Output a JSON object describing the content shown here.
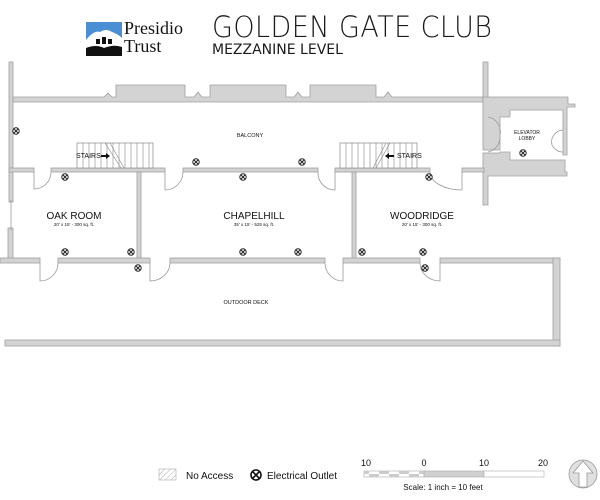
{
  "logo": {
    "line1": "Presidio",
    "line2": "Trust",
    "colors": {
      "sky": "#4a8fd4",
      "ground": "#111111"
    }
  },
  "header": {
    "title": "GOLDEN GATE CLUB",
    "subtitle": "MEZZANINE LEVEL"
  },
  "rooms": {
    "balcony": "BALCONY",
    "elevator_line1": "ELEVATOR",
    "elevator_line2": "LOBBY",
    "stairs_left": "STAIRS",
    "stairs_right": "STAIRS",
    "oak": {
      "name": "OAK ROOM",
      "size": "20' x 15' - 300 sq. ft."
    },
    "chapelhill": {
      "name": "CHAPELHILL",
      "size": "35' x 15' - 525 sq. ft."
    },
    "woodridge": {
      "name": "WOODRIDGE",
      "size": "20' x 15' - 300 sq. ft."
    },
    "deck": "OUTDOOR DECK"
  },
  "legend": {
    "no_access": "No Access",
    "outlet": "Electrical Outlet"
  },
  "scale": {
    "ticks": [
      "10",
      "0",
      "10",
      "20"
    ],
    "caption": "Scale: 1 inch = 10 feet"
  },
  "colors": {
    "wall": "#d3d3d3",
    "wall_edge": "#a0a0a0"
  }
}
